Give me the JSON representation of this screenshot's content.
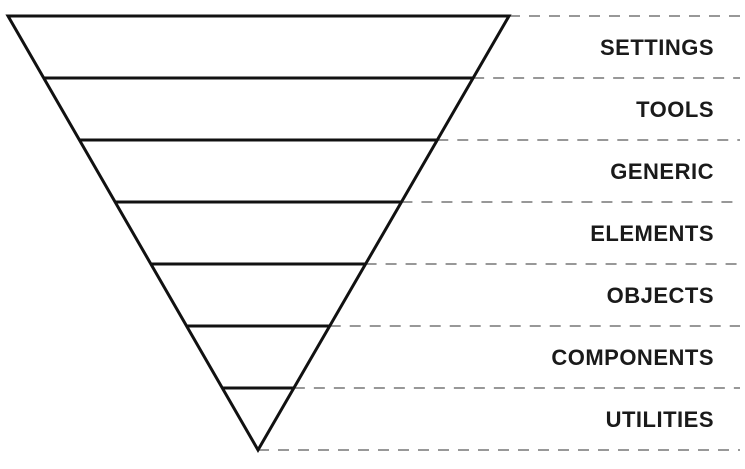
{
  "diagram": {
    "type": "inverted-pyramid",
    "layers": [
      {
        "label": "SETTINGS"
      },
      {
        "label": "TOOLS"
      },
      {
        "label": "GENERIC"
      },
      {
        "label": "ELEMENTS"
      },
      {
        "label": "OBJECTS"
      },
      {
        "label": "COMPONENTS"
      },
      {
        "label": "UTILITIES"
      }
    ],
    "colors": {
      "outline": "#111111",
      "guide": "#777777",
      "text": "#1a1a1a"
    }
  }
}
